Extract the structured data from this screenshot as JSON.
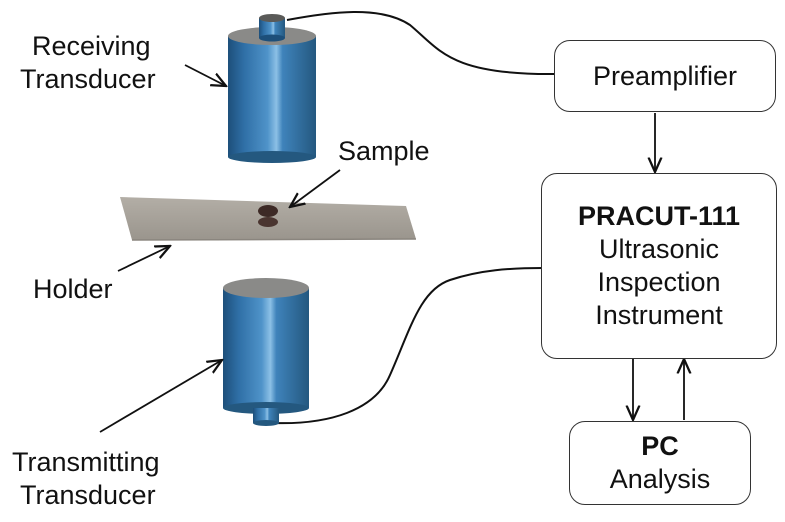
{
  "labels": {
    "receiving_line1": "Receiving",
    "receiving_line2": "Transducer",
    "sample": "Sample",
    "holder": "Holder",
    "transmitting_line1": "Transmitting",
    "transmitting_line2": "Transducer"
  },
  "boxes": {
    "preamplifier": "Preamplifier",
    "instrument_title": "PRACUT-111",
    "instrument_line1": "Ultrasonic",
    "instrument_line2": "Inspection",
    "instrument_line3": "Instrument",
    "pc_title": "PC",
    "pc_line1": "Analysis"
  },
  "colors": {
    "transducer_body": "#2f6fa6",
    "transducer_top": "#8a8a88",
    "holder_plate": "#a39e96",
    "sample": "#3d2a26",
    "wire": "#111111"
  }
}
